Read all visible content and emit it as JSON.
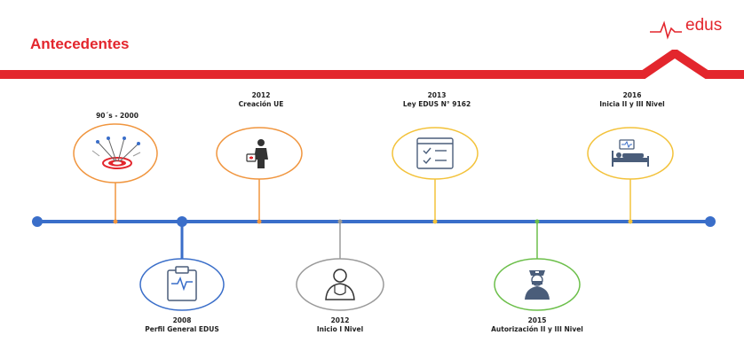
{
  "header": {
    "title": "Antecedentes",
    "logo_text": "edus"
  },
  "colors": {
    "brand_red": "#e3262d",
    "timeline_blue": "#3a6ec9",
    "orange": "#f0953e",
    "yellow": "#f3c23a",
    "blue": "#3a6ec9",
    "gray": "#9a9a9a",
    "green": "#6cbf4a"
  },
  "milestones": {
    "m1": {
      "label": "90´s - 2000",
      "icon": "target-icon"
    },
    "m2": {
      "year": "2012",
      "label": "Creación UE",
      "icon": "doctor-emergency-icon"
    },
    "m3": {
      "year": "2013",
      "label": "Ley EDUS N° 9162",
      "icon": "checklist-icon"
    },
    "m4": {
      "year": "2016",
      "label": "Inicia II y III Nivel",
      "icon": "hospital-bed-icon"
    },
    "m5": {
      "year": "2008",
      "label": "Perfil General EDUS",
      "icon": "clipboard-pulse-icon"
    },
    "m6": {
      "year": "2012",
      "label": "Inicio I Nivel",
      "icon": "doctor-icon"
    },
    "m7": {
      "year": "2015",
      "label": "Autorización  II y III Nivel",
      "icon": "nurse-icon"
    }
  }
}
